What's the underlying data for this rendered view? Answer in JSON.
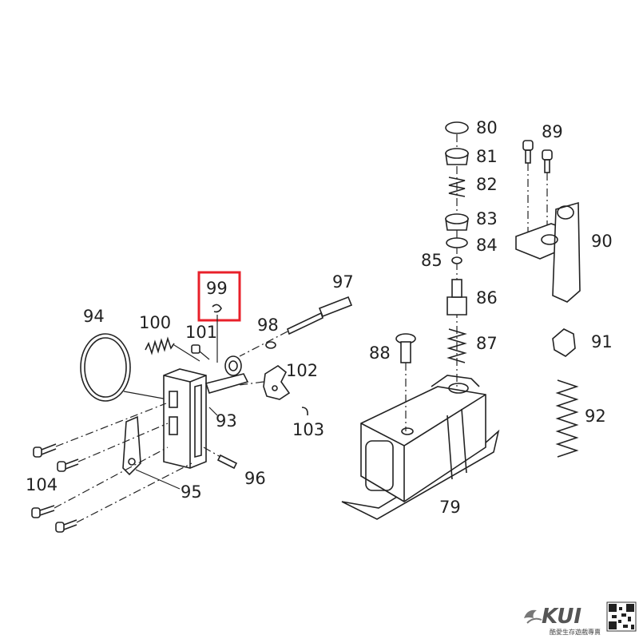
{
  "labels": {
    "p79": "79",
    "p80": "80",
    "p81": "81",
    "p82": "82",
    "p83": "83",
    "p84": "84",
    "p85": "85",
    "p86": "86",
    "p87": "87",
    "p88": "88",
    "p89": "89",
    "p90": "90",
    "p91": "91",
    "p92": "92",
    "p93": "93",
    "p94": "94",
    "p95": "95",
    "p96": "96",
    "p97": "97",
    "p98": "98",
    "p99": "99",
    "p100": "100",
    "p101": "101",
    "p102": "102",
    "p103": "103",
    "p104": "104"
  },
  "highlight": {
    "part": "99",
    "color": "#e8202a"
  },
  "watermark": {
    "brand": "KUI",
    "tagline": "酷愛生存遊戲專賣",
    "icon": "qr-code-icon"
  }
}
